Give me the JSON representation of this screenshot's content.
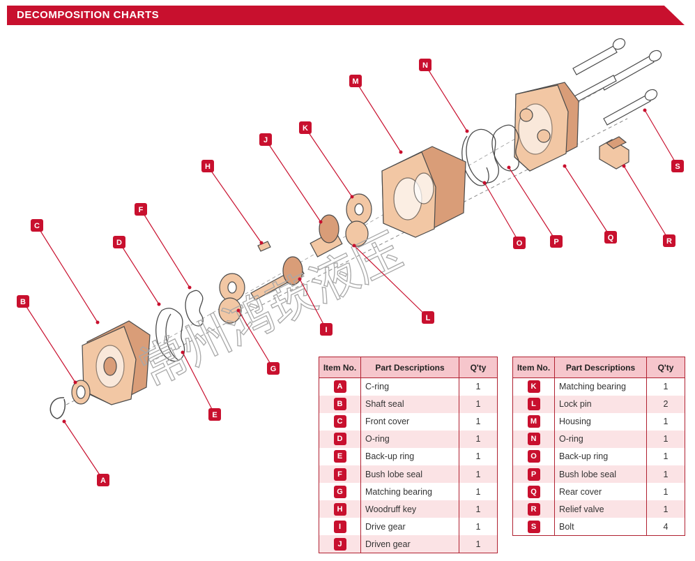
{
  "header": {
    "title": "DECOMPOSITION CHARTS"
  },
  "watermark": "常州鸿莰液压",
  "tables": {
    "left": {
      "headers": [
        "Item No.",
        "Part Descriptions",
        "Q'ty"
      ],
      "rows": [
        {
          "item": "A",
          "desc": "C-ring",
          "qty": "1"
        },
        {
          "item": "B",
          "desc": "Shaft seal",
          "qty": "1"
        },
        {
          "item": "C",
          "desc": "Front cover",
          "qty": "1"
        },
        {
          "item": "D",
          "desc": "O-ring",
          "qty": "1"
        },
        {
          "item": "E",
          "desc": "Back-up ring",
          "qty": "1"
        },
        {
          "item": "F",
          "desc": "Bush lobe seal",
          "qty": "1"
        },
        {
          "item": "G",
          "desc": "Matching bearing",
          "qty": "1"
        },
        {
          "item": "H",
          "desc": "Woodruff key",
          "qty": "1"
        },
        {
          "item": "I",
          "desc": "Drive gear",
          "qty": "1"
        },
        {
          "item": "J",
          "desc": "Driven gear",
          "qty": "1"
        }
      ]
    },
    "right": {
      "headers": [
        "Item No.",
        "Part Descriptions",
        "Q'ty"
      ],
      "rows": [
        {
          "item": "K",
          "desc": "Matching bearing",
          "qty": "1"
        },
        {
          "item": "L",
          "desc": "Lock pin",
          "qty": "2"
        },
        {
          "item": "M",
          "desc": "Housing",
          "qty": "1"
        },
        {
          "item": "N",
          "desc": "O-ring",
          "qty": "1"
        },
        {
          "item": "O",
          "desc": "Back-up ring",
          "qty": "1"
        },
        {
          "item": "P",
          "desc": "Bush lobe seal",
          "qty": "1"
        },
        {
          "item": "Q",
          "desc": "Rear cover",
          "qty": "1"
        },
        {
          "item": "R",
          "desc": "Relief valve",
          "qty": "1"
        },
        {
          "item": "S",
          "desc": "Bolt",
          "qty": "4"
        }
      ]
    }
  },
  "callout_letters": [
    "A",
    "B",
    "C",
    "D",
    "E",
    "F",
    "G",
    "H",
    "I",
    "J",
    "K",
    "L",
    "M",
    "N",
    "O",
    "P",
    "Q",
    "R",
    "S"
  ],
  "colors": {
    "accent": "#c8102e",
    "part_fill": "#f2c7a4",
    "part_shade": "#d99d78",
    "outline": "#4a4a4a",
    "table_header": "#f6c6cc",
    "table_stripe": "#fbe3e5"
  }
}
